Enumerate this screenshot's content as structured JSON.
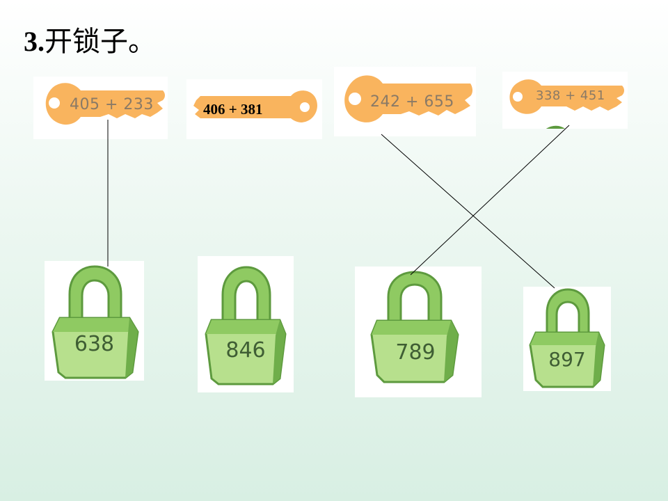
{
  "title": {
    "number": "3.",
    "text": "开锁子。"
  },
  "keys": [
    {
      "expression": "405 + 233"
    },
    {
      "expression": "406 + 381"
    },
    {
      "expression": "242 + 655"
    },
    {
      "expression": "338 + 451"
    }
  ],
  "locks": [
    {
      "value": "638"
    },
    {
      "value": "846"
    },
    {
      "value": "789"
    },
    {
      "value": "897"
    }
  ],
  "colors": {
    "key": "#f9b45e",
    "lock_light": "#b7e08d",
    "lock_mid": "#8fca62",
    "lock_dark": "#5d9a3e",
    "line": "#000000"
  }
}
